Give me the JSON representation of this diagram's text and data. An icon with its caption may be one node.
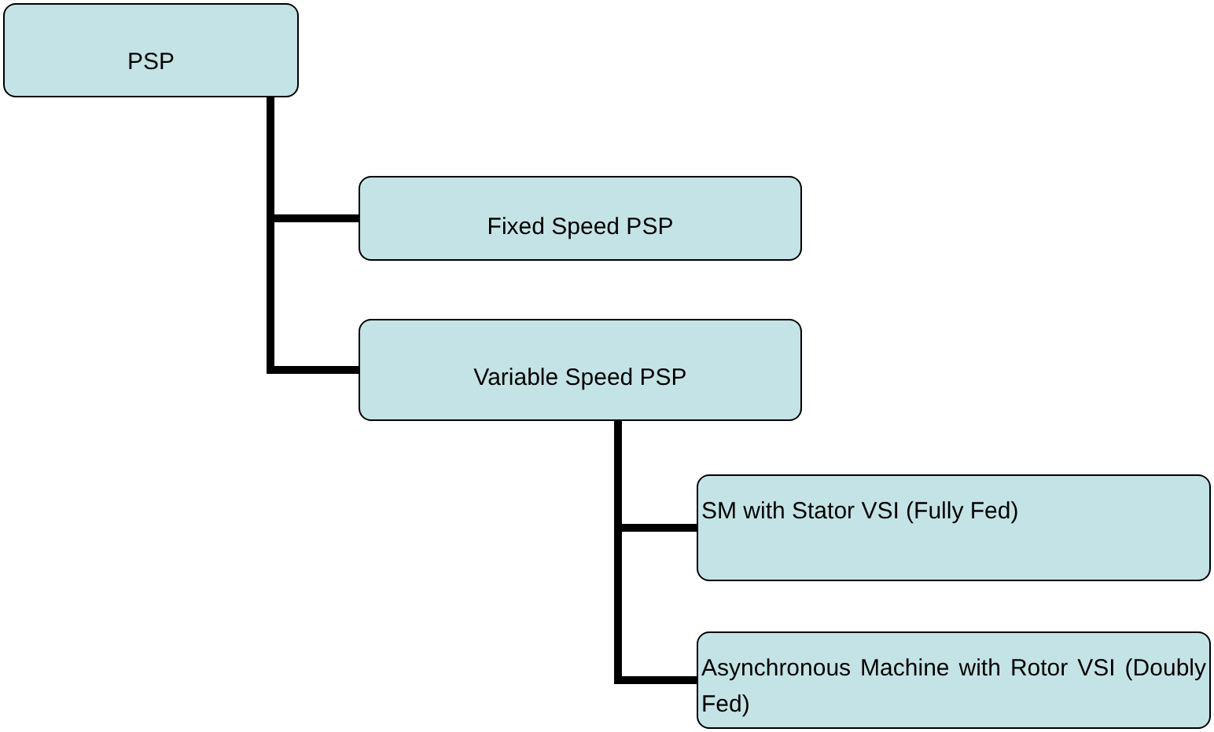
{
  "diagram": {
    "nodes": [
      {
        "text": [
          "PSP"
        ]
      },
      {
        "text": [
          "Fixed Speed PSP"
        ]
      },
      {
        "text": [
          "Variable Speed PSP"
        ]
      },
      {
        "text": [
          "SM with Stator VSI (Fully Fed)"
        ]
      },
      {
        "text": [
          "Asynchronous Machine with Rotor VSI (Doubly Fed)"
        ]
      }
    ],
    "edges": [
      {
        "from": 0,
        "to": 1,
        "arrow": "none"
      },
      {
        "from": 0,
        "to": 2,
        "arrow": "none"
      },
      {
        "from": 2,
        "to": 3,
        "arrow": "none"
      },
      {
        "from": 2,
        "to": 4,
        "arrow": "none"
      }
    ]
  }
}
